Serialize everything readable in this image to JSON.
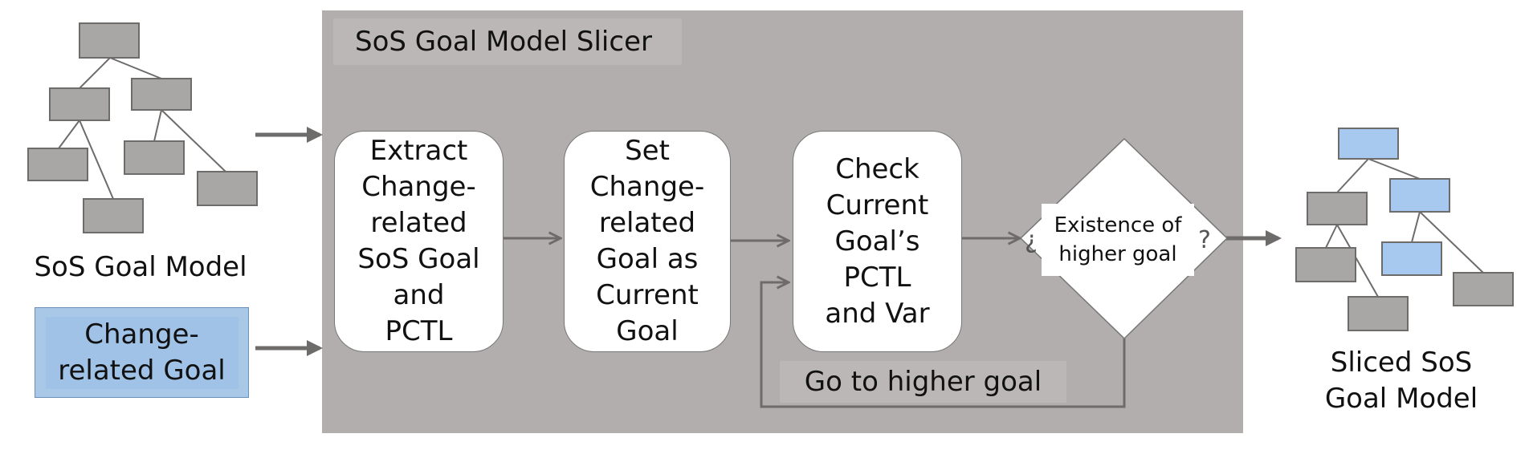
{
  "slicer": {
    "title": "SoS Goal Model Slicer",
    "steps": [
      {
        "label": "Extract\nChange-\nrelated\nSoS Goal\nand\nPCTL"
      },
      {
        "label": "Set\nChange-\nrelated\nGoal as\nCurrent\nGoal"
      },
      {
        "label": "Check\nCurrent\nGoal’s\nPCTL\nand Var"
      }
    ],
    "decision": "Existence of\nhigher goal",
    "decision_marks": {
      "left": "¿",
      "right": "?"
    },
    "loop_label": "Go to higher goal"
  },
  "inputs": {
    "goal_model_caption": "SoS Goal Model",
    "change_goal_label": "Change-\nrelated Goal"
  },
  "output": {
    "caption": "Sliced SoS\nGoal Model"
  },
  "colors": {
    "slicer_bg": "#b3aeae",
    "tree_node": "#a9a6a6",
    "sliced_node": "#a7c9ef",
    "arrow": "#6e6b6b"
  }
}
